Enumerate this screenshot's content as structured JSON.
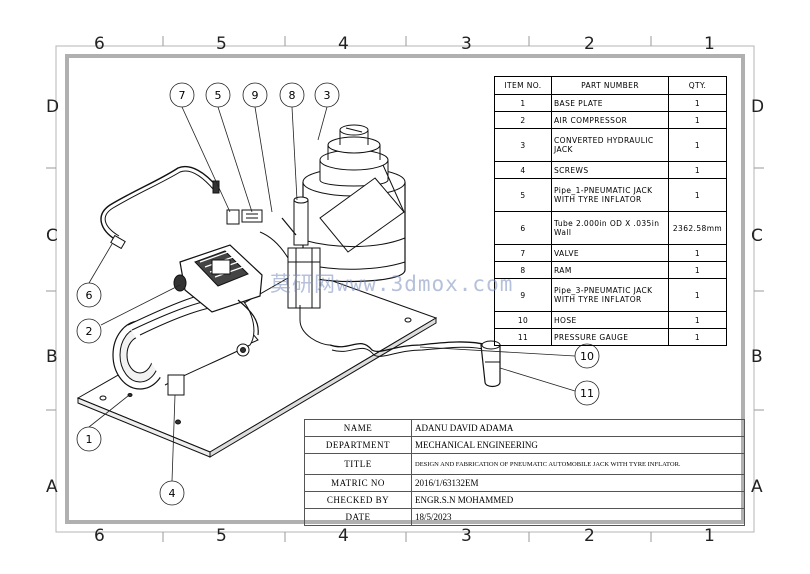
{
  "zones": {
    "columns": [
      "6",
      "5",
      "4",
      "3",
      "2",
      "1"
    ],
    "rows": [
      "D",
      "C",
      "B",
      "A"
    ]
  },
  "bom": {
    "headers": [
      "ITEM NO.",
      "PART NUMBER",
      "QTY."
    ],
    "rows": [
      {
        "item": "1",
        "part": "BASE PLATE",
        "qty": "1"
      },
      {
        "item": "2",
        "part": "AIR COMPRESSOR",
        "qty": "1"
      },
      {
        "item": "3",
        "part": "CONVERTED HYDRAULIC JACK",
        "qty": "1"
      },
      {
        "item": "4",
        "part": "SCREWS",
        "qty": "1"
      },
      {
        "item": "5",
        "part": "Pipe_1-PNEUMATIC JACK WITH TYRE INFLATOR",
        "qty": "1"
      },
      {
        "item": "6",
        "part": "Tube 2.000in OD X .035in Wall",
        "qty": "2362.58mm"
      },
      {
        "item": "7",
        "part": "VALVE",
        "qty": "1"
      },
      {
        "item": "8",
        "part": "RAM",
        "qty": "1"
      },
      {
        "item": "9",
        "part": "Pipe_3-PNEUMATIC JACK WITH TYRE INFLATOR",
        "qty": "1"
      },
      {
        "item": "10",
        "part": "HOSE",
        "qty": "1"
      },
      {
        "item": "11",
        "part": "PRESSURE GAUGE",
        "qty": "1"
      }
    ]
  },
  "title_block": {
    "name_label": "NAME",
    "name_value": "ADANU DAVID ADAMA",
    "dept_label": "DEPARTMENT",
    "dept_value": "MECHANICAL ENGINEERING",
    "title_label": "TITLE",
    "title_value": "DESIGN AND FABRICATION OF PNEUMATIC AUTOMOBILE JACK WITH TYRE INFLATOR.",
    "matric_label": "MATRIC NO",
    "matric_value": "2016/1/63132EM",
    "checked_label": "CHECKED BY",
    "checked_value": "ENGR.S.N  MOHAMMED",
    "date_label": "DATE",
    "date_value": "18/5/2023"
  },
  "balloons": [
    "7",
    "5",
    "9",
    "8",
    "3",
    "6",
    "2",
    "1",
    "4",
    "10",
    "11"
  ],
  "watermark": "莫研网www.3dmox.com"
}
